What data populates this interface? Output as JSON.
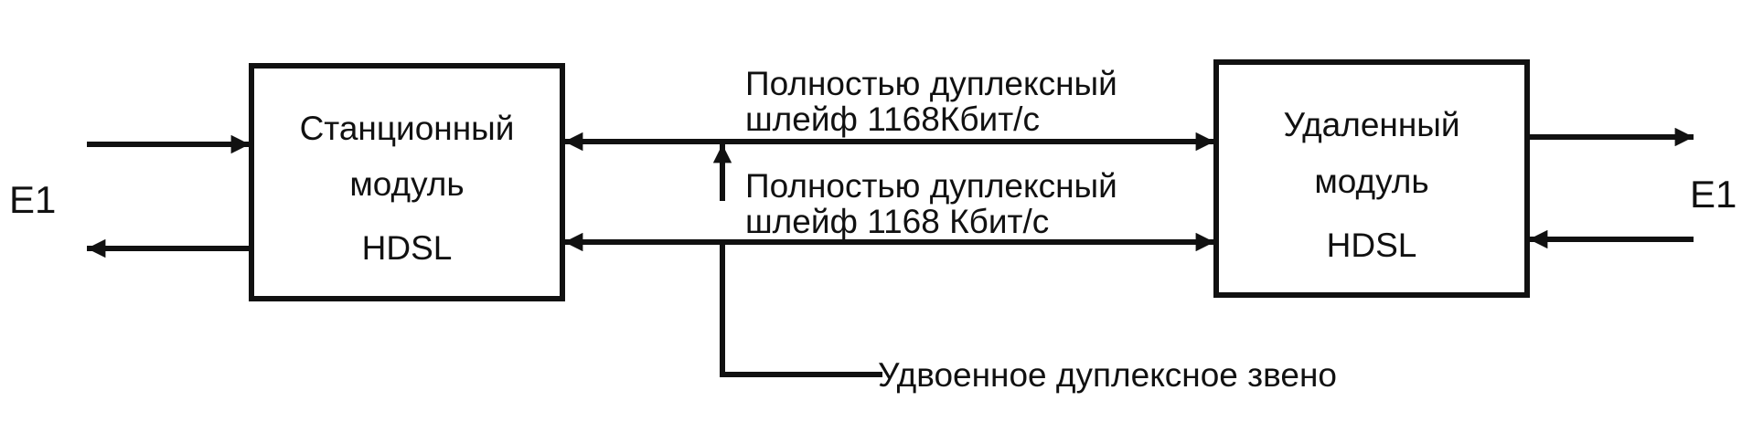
{
  "colors": {
    "ink": "#111111",
    "background": "#ffffff"
  },
  "station_module": {
    "lines": [
      "Станционный",
      "модуль",
      "HDSL"
    ]
  },
  "remote_module": {
    "lines": [
      "Удаленный",
      "модуль",
      "HDSL"
    ]
  },
  "e1_left": "E1",
  "e1_right": "E1",
  "loop_1": {
    "line1": "Полностью дуплексный",
    "line2": "шлейф  1168Кбит/с"
  },
  "loop_2": {
    "line1": "Полностью дуплексный",
    "line2": "шлейф 1168 Кбит/с"
  },
  "dual_link_label": "Удвоенное дуплексное звено"
}
